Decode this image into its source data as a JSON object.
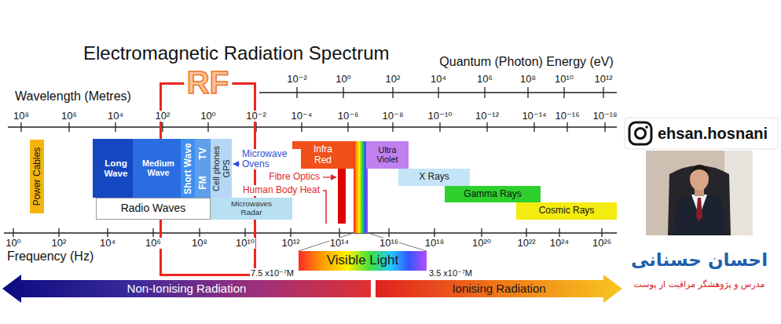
{
  "diagram": {
    "title": "Electromagnetic Radiation Spectrum",
    "nodes": [
      {
        "text": [
          "RF"
        ]
      },
      {
        "text": [
          "Power Cables"
        ]
      },
      {
        "text": [
          "Long Wave"
        ]
      },
      {
        "text": [
          "Medium Wave"
        ]
      },
      {
        "text": [
          "Short Wave"
        ]
      },
      {
        "text": [
          "TV",
          "FM"
        ]
      },
      {
        "text": [
          "Cell phones",
          "GPS"
        ]
      },
      {
        "text": [
          "Infra Red"
        ]
      },
      {
        "text": [
          "Ultra Violet"
        ]
      },
      {
        "text": [
          "X Rays"
        ]
      },
      {
        "text": [
          "Gamma Rays"
        ]
      },
      {
        "text": [
          "Radio Waves"
        ]
      },
      {
        "text": [
          "Microwaves Radar"
        ]
      },
      {
        "text": [
          "Cosmic Rays"
        ]
      },
      {
        "text": [
          "Visible Light"
        ]
      },
      {
        "text": [
          "Non-Ionising Radiation"
        ]
      },
      {
        "text": [
          "Ionising Radiation"
        ]
      }
    ],
    "labels": [
      "Quantum (Photon) Energy (eV)",
      "10⁻²",
      "10⁰",
      "10²",
      "10⁴",
      "10⁶",
      "10⁸",
      "10¹⁰",
      "10¹²",
      "Wavelength (Metres)",
      "10⁸",
      "10⁶",
      "10⁴",
      "10²",
      "10⁰",
      "10⁻²",
      "10⁻⁴",
      "10⁻⁶",
      "10⁻⁸",
      "10⁻¹⁰",
      "10⁻¹²",
      "10⁻¹⁴",
      "10⁻¹⁶",
      "10⁻¹⁸",
      "Microwave Ovens",
      "Fibre Optics",
      "Human Body Heat",
      "10⁰",
      "10²",
      "10⁴",
      "10⁶",
      "10⁸",
      "10¹⁰",
      "10¹²",
      "10¹⁴",
      "10¹⁶",
      "10¹⁸",
      "10²⁰",
      "10²²",
      "10²⁴",
      "10²⁶",
      "Frequency (Hz)",
      "7.5 x10⁻⁷M",
      "3.5 x10⁻⁷M",
      "ehsan.hosnani",
      "احسان حسنانی",
      "مدرس و پژوهشگر مراقبت از پوست"
    ]
  }
}
